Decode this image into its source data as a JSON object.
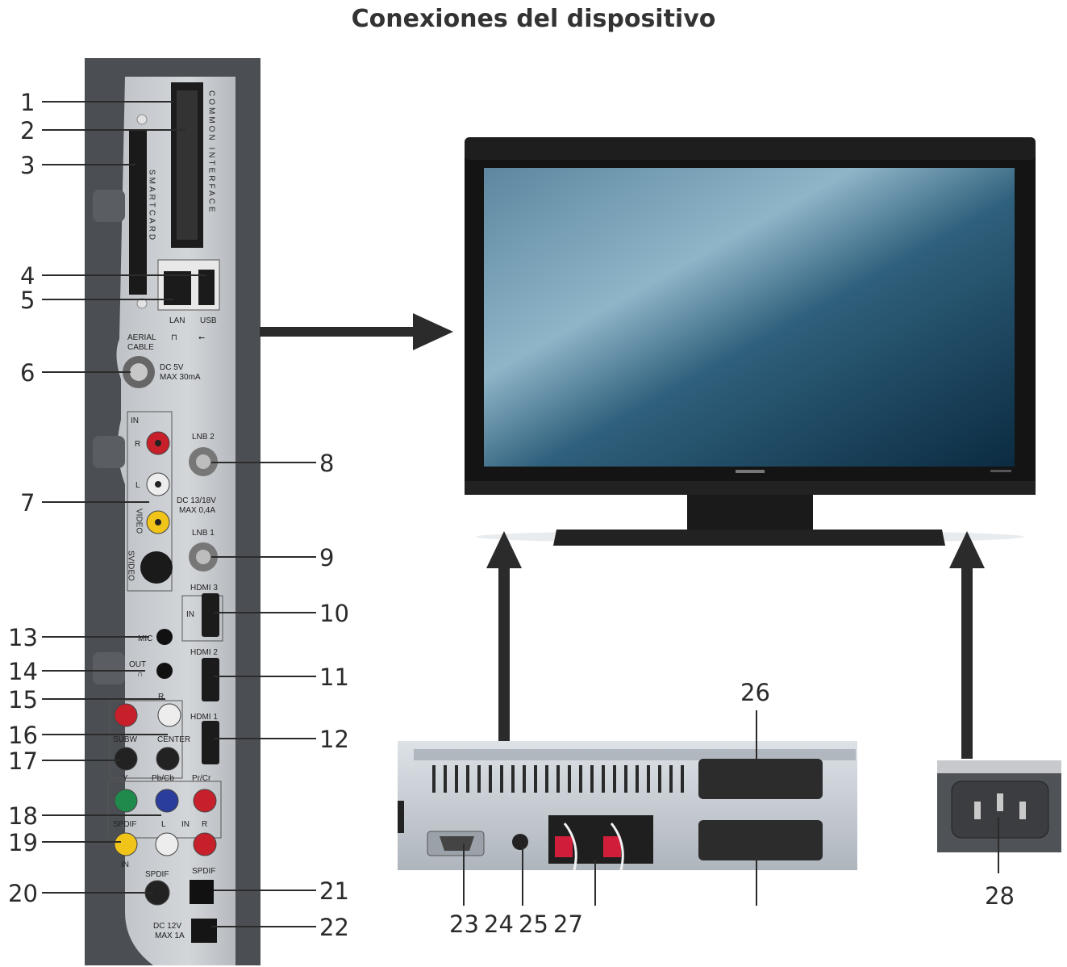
{
  "title": "Conexiones del dispositivo",
  "panel_labels": {
    "common_interface": "COMMON INTERFACE",
    "smartcard": "SMARTCARD",
    "lan": "LAN",
    "usb": "USB",
    "aerial": "AERIAL",
    "cable": "CABLE",
    "dc5v": "DC 5V",
    "max30": "MAX 30mA",
    "in": "IN",
    "r": "R",
    "l": "L",
    "video": "VIDEO",
    "svideo": "SVIDEO",
    "lnb2": "LNB 2",
    "dc1318": "DC 13/18V",
    "max04": "MAX 0,4A",
    "lnb1": "LNB 1",
    "hdmi3": "HDMI 3",
    "hdmi2": "HDMI 2",
    "hdmi1": "HDMI 1",
    "mic": "MIC",
    "out": "OUT",
    "subw": "SUBW",
    "center": "CENTER",
    "y": "Y",
    "pbcb": "Pb/Cb",
    "prcr": "Pr/Cr",
    "spdif": "SPDIF",
    "dc12v": "DC 12V",
    "max1a": "MAX 1A"
  },
  "callouts": {
    "n1": "1",
    "n2": "2",
    "n3": "3",
    "n4": "4",
    "n5": "5",
    "n6": "6",
    "n7": "7",
    "n8": "8",
    "n9": "9",
    "n10": "10",
    "n11": "11",
    "n12": "12",
    "n13": "13",
    "n14": "14",
    "n15": "15",
    "n16": "16",
    "n17": "17",
    "n18": "18",
    "n19": "19",
    "n20": "20",
    "n21": "21",
    "n22": "22",
    "n23": "23",
    "n24": "24",
    "n25": "25",
    "n26": "26",
    "n27": "27",
    "n28": "28"
  },
  "colors": {
    "panel": "#c9ccd0",
    "panel_dark": "#4a4d52",
    "arrow": "#2b2b2b",
    "rca_red": "#c8202a",
    "rca_white": "#e9e9e9",
    "rca_yellow": "#f0c419",
    "rca_green": "#1f8a4c",
    "rca_blue": "#2a3d9c",
    "screen_start": "#6f98b0",
    "screen_end": "#0d3047"
  }
}
